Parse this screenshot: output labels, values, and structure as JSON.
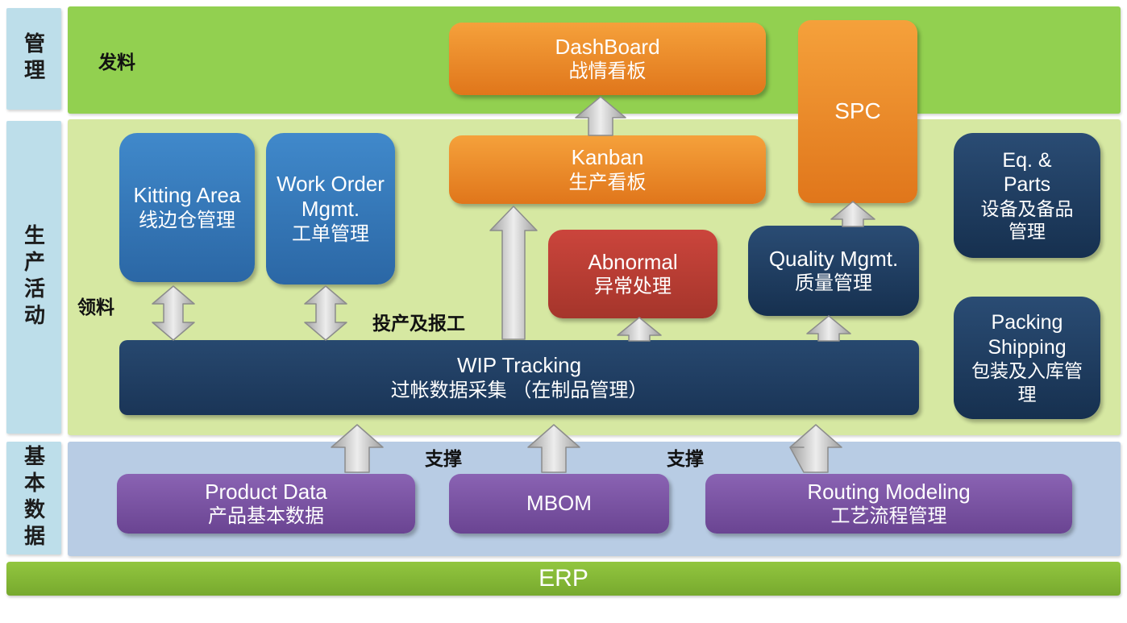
{
  "side_labels": {
    "management": "管理",
    "production": "生产活动",
    "basic_data": "基本数据"
  },
  "annotations": {
    "issue_material": "发料",
    "pick_material": "领料",
    "production_report": "投产及报工",
    "support_left": "支撑",
    "support_right": "支撑"
  },
  "modules": {
    "dashboard": {
      "en": "DashBoard",
      "zh": "战情看板"
    },
    "spc": {
      "en": "SPC"
    },
    "kitting": {
      "en": "Kitting Area",
      "zh": "线边仓管理"
    },
    "work_order": {
      "en": "Work Order Mgmt.",
      "zh": "工单管理"
    },
    "kanban": {
      "en": "Kanban",
      "zh": "生产看板"
    },
    "abnormal": {
      "en": "Abnormal",
      "zh": "异常处理"
    },
    "quality": {
      "en": "Quality Mgmt.",
      "zh": "质量管理"
    },
    "eq_parts": {
      "en": "Eq. & Parts",
      "zh": "设备及备品管理"
    },
    "packing": {
      "en": "Packing Shipping",
      "zh": "包装及入库管理"
    },
    "wip": {
      "en": "WIP Tracking",
      "zh": "过帐数据采集 （在制品管理）"
    },
    "product_data": {
      "en": "Product Data",
      "zh": "产品基本数据"
    },
    "mbom": {
      "en": "MBOM"
    },
    "routing": {
      "en": "Routing Modeling",
      "zh": "工艺流程管理"
    }
  },
  "erp": {
    "label": "ERP"
  },
  "colors": {
    "band_management": "#92D050",
    "band_production": "#D6E8A2",
    "band_basic_data": "#B8CCE4",
    "side_label_bg": "#BDDEEA",
    "erp_bar": "#86BB3A",
    "module_orange": "#E8821E",
    "module_blue": "#2E75B6",
    "module_red": "#C0392B",
    "module_navy": "#1F3C5F",
    "module_purple": "#7450A0",
    "arrow_gray": "#BFBFBF"
  }
}
